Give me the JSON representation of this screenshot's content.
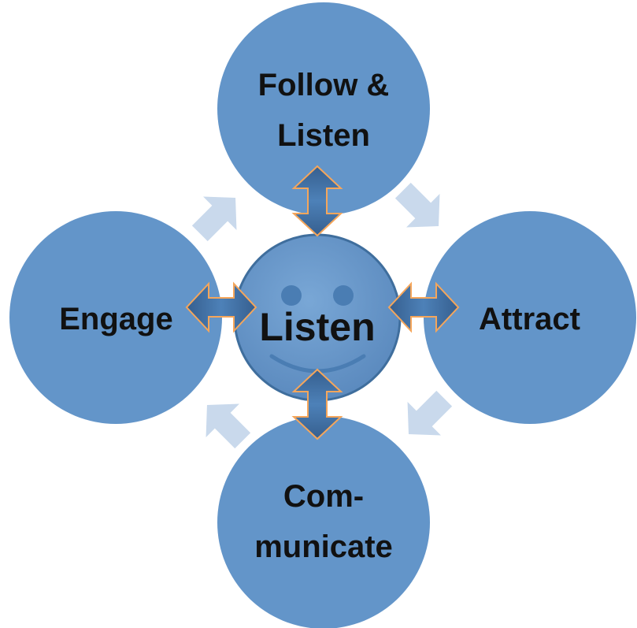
{
  "diagram": {
    "center": {
      "label": "Listen"
    },
    "nodes": {
      "top": {
        "label_line1": "Follow &",
        "label_line2": "Listen"
      },
      "right": {
        "label": "Attract"
      },
      "bottom": {
        "label_line1": "Com-",
        "label_line2": "municate"
      },
      "left": {
        "label": "Engage"
      }
    },
    "colors": {
      "circle_fill": "#6395c9",
      "center_fill": "#5b8fc4",
      "center_stroke": "#3f6e9d",
      "face_feature": "#4a7db3",
      "arrow_fill": "#3b6ea5",
      "arrow_outline": "#f5a65b",
      "cycle_arrow": "#c9d9ec",
      "text": "#111111"
    }
  }
}
